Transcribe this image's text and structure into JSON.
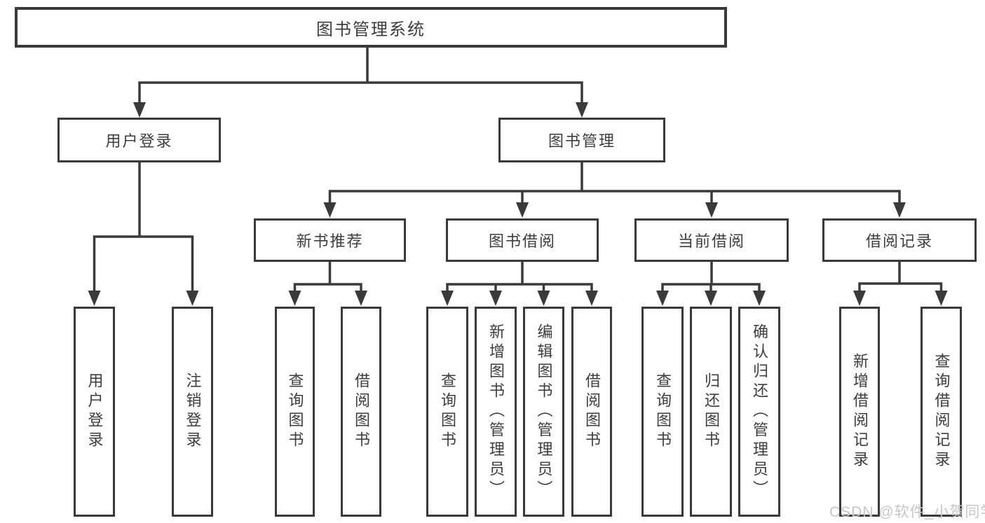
{
  "diagram": {
    "root": "图书管理系统",
    "level2": {
      "login": "用户登录",
      "management": "图书管理"
    },
    "level3": {
      "recommend": "新书推荐",
      "borrow": "图书借阅",
      "current": "当前借阅",
      "records": "借阅记录"
    },
    "leaves": {
      "login": [
        "用户登录",
        "注销登录"
      ],
      "recommend": [
        "查询图书",
        "借阅图书"
      ],
      "borrow": [
        "查询图书",
        "新增图书（管理员）",
        "编辑图书（管理员）",
        "借阅图书"
      ],
      "current": [
        "查询图书",
        "归还图书",
        "确认归还（管理员）"
      ],
      "records": [
        "新增借阅记录",
        "查询借阅记录"
      ]
    }
  },
  "watermark": "CSDN @软件_小贺同学",
  "colors": {
    "line": "#3a3a3a",
    "box_background": "#ffffff",
    "watermark_text": "#c6c6c6"
  }
}
